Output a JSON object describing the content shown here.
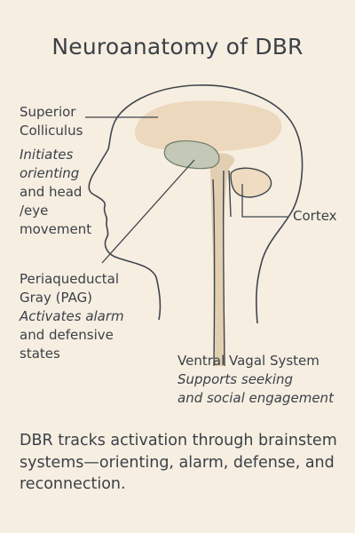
{
  "title": "Neuroanatomy of DBR",
  "colors": {
    "background": "#f7eee2",
    "outline": "#3f464c",
    "cortex_fill": "#ecd8bc",
    "pag_fill": "#c3c9b6",
    "brainstem_fill": "#e2cfb2"
  },
  "labels": {
    "superior_colliculus": {
      "name": [
        "Superior",
        "Colliculus"
      ],
      "desc_italic": [
        "Initiates",
        "orienting"
      ],
      "desc": [
        "and head",
        "/eye",
        "movement"
      ]
    },
    "cortex": {
      "name": "Cortex"
    },
    "pag": {
      "name": [
        "Periaqueductal",
        "Gray (PAG)"
      ],
      "desc_italic": "Activates alarm",
      "desc": [
        "and defensive",
        "states"
      ]
    },
    "ventral_vagal": {
      "name": "Ventral Vagal System",
      "desc_italic": "Supports seeking",
      "desc_italic_2": "and social engagement"
    }
  },
  "caption": "DBR tracks activation through brainstem systems—orienting, alarm, defense, and reconnection."
}
